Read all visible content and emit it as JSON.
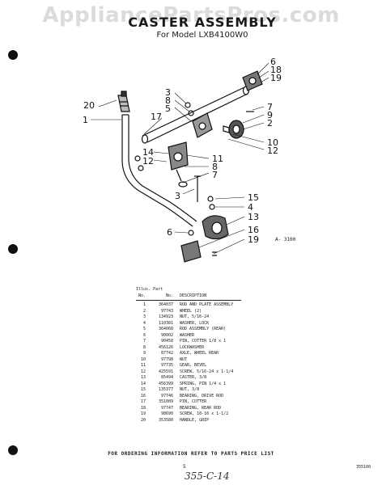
{
  "watermark": "AppliancePartsPros.com",
  "title": "CASTER ASSEMBLY",
  "subtitle": "For Model LXB4100W0",
  "figure_ref": "A- 3100",
  "callouts": {
    "c20": "20",
    "c1": "1",
    "c3a": "3",
    "c8a": "8",
    "c5": "5",
    "c17": "17",
    "c6a": "6",
    "c18": "18",
    "c19a": "19",
    "c7a": "7",
    "c9": "9",
    "c2": "2",
    "c10": "10",
    "c12a": "12",
    "c14": "14",
    "c12b": "12",
    "c11": "11",
    "c8b": "8",
    "c7b": "7",
    "c3b": "3",
    "c15": "15",
    "c4": "4",
    "c13": "13",
    "c6b": "6",
    "c16": "16",
    "c19b": "19"
  },
  "parts_table": {
    "header_line1": "Illus. Part",
    "col_no": "No.",
    "col_part": "No.",
    "col_desc": "DESCRIPTION",
    "rows": [
      {
        "no": "1",
        "part": "364037",
        "desc": "ROD AND PLATE ASSEMBLY"
      },
      {
        "no": "2",
        "part": "97743",
        "desc": "WHEEL (2)"
      },
      {
        "no": "3",
        "part": "134923",
        "desc": "NUT, 5/16-24"
      },
      {
        "no": "4",
        "part": "110381",
        "desc": "WASHER, LOCK"
      },
      {
        "no": "5",
        "part": "364068",
        "desc": "ROD ASSEMBLY (REAR)"
      },
      {
        "no": "6",
        "part": "90002",
        "desc": "WASHER"
      },
      {
        "no": "7",
        "part": "90458",
        "desc": "PIN, COTTER 1/8 x 1"
      },
      {
        "no": "8",
        "part": "456126",
        "desc": "LOCKWASHER"
      },
      {
        "no": "9",
        "part": "87742",
        "desc": "AXLE, WHEEL REAR"
      },
      {
        "no": "10",
        "part": "97798",
        "desc": "NUT"
      },
      {
        "no": "11",
        "part": "97735",
        "desc": "GEAR, BEVEL"
      },
      {
        "no": "12",
        "part": "425591",
        "desc": "SCREW, 5/16-24 x 1-1/4"
      },
      {
        "no": "13",
        "part": "85494",
        "desc": "CASTER, 3/8"
      },
      {
        "no": "14",
        "part": "456399",
        "desc": "SPRING, PIN 1/4 x 1"
      },
      {
        "no": "15",
        "part": "135377",
        "desc": "NUT, 3/8"
      },
      {
        "no": "16",
        "part": "97746",
        "desc": "BEARING, DRIVE ROD"
      },
      {
        "no": "17",
        "part": "351009",
        "desc": "PIN, COTTER"
      },
      {
        "no": "18",
        "part": "97747",
        "desc": "BEARING, REAR ROD"
      },
      {
        "no": "19",
        "part": "98690",
        "desc": "SCREW, 10-16 x 1-1/2"
      },
      {
        "no": "20",
        "part": "353580",
        "desc": "HANDLE, GRIP"
      }
    ]
  },
  "footer": "FOR ORDERING INFORMATION REFER TO PARTS PRICE LIST",
  "page_number": "5",
  "doc_number": "355100",
  "handwritten_note": "355-C-14"
}
